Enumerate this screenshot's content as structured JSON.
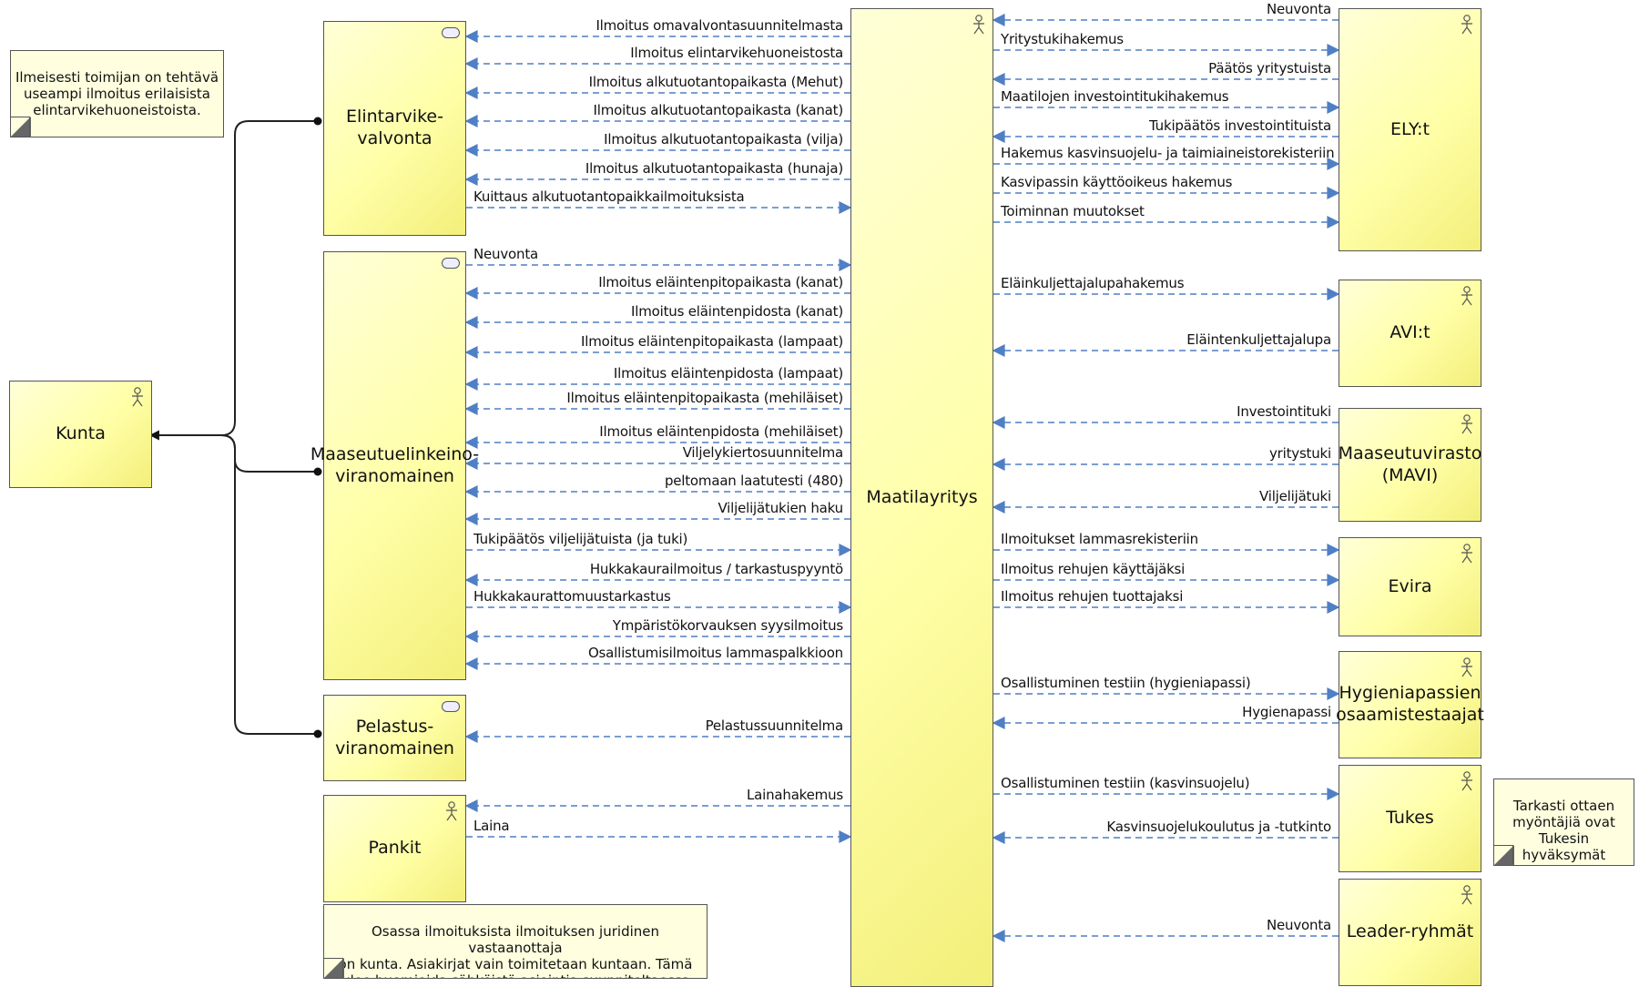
{
  "actors": {
    "maatilayritys": "Maatilayritys",
    "kunta": "Kunta",
    "elintarvike": "Elintarvike-\nvalvonta",
    "maaseutu": "Maaseutuelinkeino-\nviranomainen",
    "pelastus": "Pelastus-\nviranomainen",
    "pankit": "Pankit",
    "ely": "ELY:t",
    "avi": "AVI:t",
    "mavi": "Maaseutuvirasto\n(MAVI)",
    "evira": "Evira",
    "hygienia": "Hygieniapassien\nosaamistestaajat",
    "tukes": "Tukes",
    "leader": "Leader-ryhmät"
  },
  "notes": {
    "left_top": "Ilmeisesti toimijan on tehtävä\nuseampi ilmoitus erilaisista\nelintarvikehuoneistoista.",
    "bottom": "Osassa ilmoituksista ilmoituksen juridinen vastaanottaja\non kunta. Asiakirjat vain toimitetaan kuntaan. Tämä\ntulee huomioida sähköistä asiointia suunniteltaessa.",
    "right": "Tarkasti ottaen\nmyöntäjiä ovat\nTukesin hyväksymät\nkouluttajat"
  },
  "flows_left": [
    {
      "label": "Ilmoitus omavalvontasuunnitelmasta",
      "dir": "to_left"
    },
    {
      "label": "Ilmoitus elintarvikehuoneistosta",
      "dir": "to_left"
    },
    {
      "label": "Ilmoitus alkutuotantopaikasta (Mehut)",
      "dir": "to_left"
    },
    {
      "label": "Ilmoitus alkutuotantopaikasta (kanat)",
      "dir": "to_left"
    },
    {
      "label": "Ilmoitus alkutuotantopaikasta (vilja)",
      "dir": "to_left"
    },
    {
      "label": "Ilmoitus alkutuotantopaikasta (hunaja)",
      "dir": "to_left"
    },
    {
      "label": "Kuittaus alkutuotantopaikkailmoituksista",
      "dir": "to_center"
    },
    {
      "label": "Neuvonta",
      "dir": "to_center"
    },
    {
      "label": "Ilmoitus eläintenpitopaikasta (kanat)",
      "dir": "to_left"
    },
    {
      "label": "Ilmoitus eläintenpidosta (kanat)",
      "dir": "to_left"
    },
    {
      "label": "Ilmoitus eläintenpitopaikasta (lampaat)",
      "dir": "to_left"
    },
    {
      "label": "Ilmoitus eläintenpidosta (lampaat)",
      "dir": "to_left"
    },
    {
      "label": "Ilmoitus eläintenpitopaikasta (mehiläiset)",
      "dir": "to_left"
    },
    {
      "label": "Ilmoitus eläintenpidosta (mehiläiset)",
      "dir": "to_left"
    },
    {
      "label": "Viljelykiertosuunnitelma",
      "dir": "to_left"
    },
    {
      "label": "peltomaan laatutesti (480)",
      "dir": "to_left"
    },
    {
      "label": "Viljelijätukien haku",
      "dir": "to_left"
    },
    {
      "label": "Tukipäätös viljelijätuista (ja tuki)",
      "dir": "to_center"
    },
    {
      "label": "Hukkakaurailmoitus / tarkastuspyyntö",
      "dir": "to_left"
    },
    {
      "label": "Hukkakaurattomuustarkastus",
      "dir": "to_center"
    },
    {
      "label": "Ympäristökorvauksen syysilmoitus",
      "dir": "to_left"
    },
    {
      "label": "Osallistumisilmoitus lammaspalkkioon",
      "dir": "to_left"
    },
    {
      "label": "Pelastussuunnitelma",
      "dir": "to_left"
    },
    {
      "label": "Lainahakemus",
      "dir": "to_left"
    },
    {
      "label": "Laina",
      "dir": "to_center"
    }
  ],
  "flows_right": [
    {
      "label": "Neuvonta",
      "dir": "to_center"
    },
    {
      "label": "Yritystukihakemus",
      "dir": "to_right"
    },
    {
      "label": "Päätös yritystuista",
      "dir": "to_center"
    },
    {
      "label": "Maatilojen investointitukihakemus",
      "dir": "to_right"
    },
    {
      "label": "Tukipäätös investointituista",
      "dir": "to_center"
    },
    {
      "label": "Hakemus kasvinsuojelu- ja taimiaineistorekisteriin",
      "dir": "to_right"
    },
    {
      "label": "Kasvipassin käyttöoikeus hakemus",
      "dir": "to_right"
    },
    {
      "label": "Toiminnan muutokset",
      "dir": "to_right"
    },
    {
      "label": "Eläinkuljettajalupahakemus",
      "dir": "to_right"
    },
    {
      "label": "Eläintenkuljettajalupa",
      "dir": "to_center"
    },
    {
      "label": "Investointituki",
      "dir": "to_center"
    },
    {
      "label": "yritystuki",
      "dir": "to_center"
    },
    {
      "label": "Viljelijätuki",
      "dir": "to_center"
    },
    {
      "label": "Ilmoitukset lammasrekisteriin",
      "dir": "to_right"
    },
    {
      "label": "Ilmoitus rehujen käyttäjäksi",
      "dir": "to_right"
    },
    {
      "label": "Ilmoitus rehujen tuottajaksi",
      "dir": "to_right"
    },
    {
      "label": "Osallistuminen testiin (hygieniapassi)",
      "dir": "to_right"
    },
    {
      "label": "Hygienapassi",
      "dir": "to_center"
    },
    {
      "label": "Osallistuminen testiin (kasvinsuojelu)",
      "dir": "to_right"
    },
    {
      "label": "Kasvinsuojelukoulutus ja -tutkinto",
      "dir": "to_center"
    },
    {
      "label": "Neuvonta",
      "dir": "to_center"
    }
  ],
  "colors": {
    "flow": "#4f7fc4",
    "arrow": "#4f7fc4",
    "box_fill": "#ffff99",
    "line": "#222222"
  }
}
